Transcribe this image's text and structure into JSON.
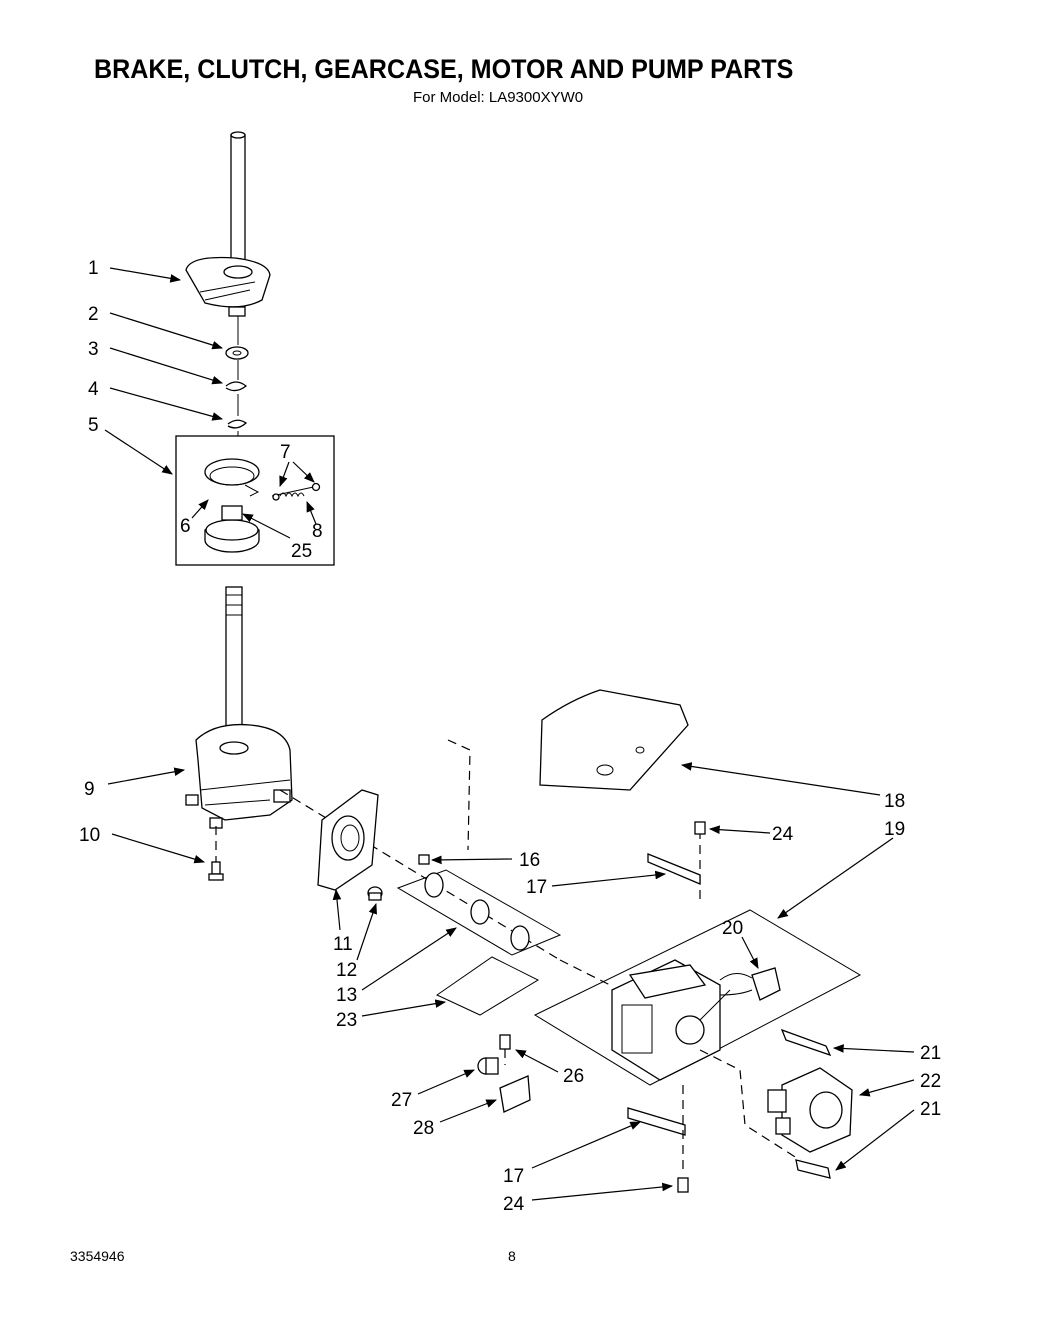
{
  "header": {
    "title": "BRAKE, CLUTCH, GEARCASE, MOTOR AND PUMP PARTS",
    "subtitle": "For Model: LA9300XYW0"
  },
  "footer": {
    "doc_number": "3354946",
    "page_number": "8"
  },
  "callouts": [
    "1",
    "2",
    "3",
    "4",
    "5",
    "6",
    "7",
    "8",
    "25",
    "9",
    "10",
    "11",
    "12",
    "13",
    "23",
    "16",
    "17",
    "24",
    "18",
    "19",
    "20",
    "21",
    "22",
    "21",
    "26",
    "27",
    "28",
    "17",
    "24"
  ]
}
